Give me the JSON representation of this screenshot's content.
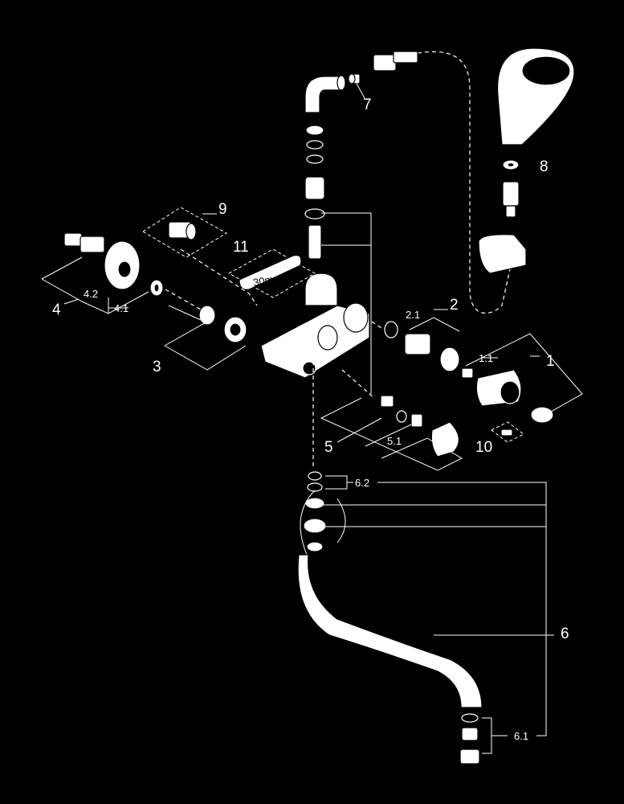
{
  "labels": {
    "l1": "1",
    "l1_1": "1.1",
    "l2": "2",
    "l2_1": "2.1",
    "l3": "3",
    "l4": "4",
    "l4_1": "4.1",
    "l4_2": "4.2",
    "l5": "5",
    "l5_1": "5.1",
    "l6": "6",
    "l6_1": "6.1",
    "l6_2": "6.2",
    "l7": "7",
    "l8": "8",
    "l9": "9",
    "l10": "10",
    "l11": "11",
    "wrench_size": "30mm"
  },
  "colors": {
    "background": "#000000",
    "ink": "#ffffff"
  }
}
